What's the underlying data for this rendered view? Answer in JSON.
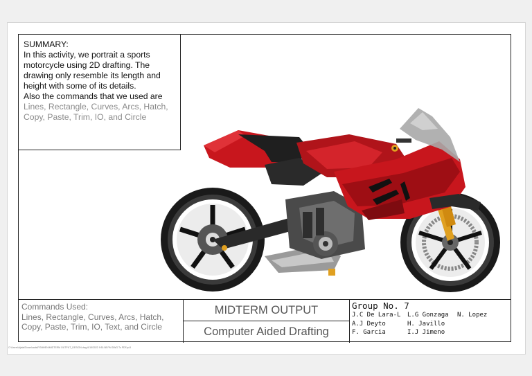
{
  "summary": {
    "heading": "SUMMARY:",
    "text": "In this activity, we portrait a sports motorcycle using 2D drafting. The drawing only resemble its length and height with some of its details.",
    "commands_intro": "Also the commands that we used are",
    "commands_list": "Lines, Rectangle, Curves, Arcs, Hatch, Copy, Paste, Trim, IO, and Circle"
  },
  "titleblock": {
    "commands_label": "Commands Used:",
    "commands_text": "Lines, Rectangle, Curves, Arcs, Hatch, Copy, Paste, Trim, IO, Text, and Circle",
    "title_top": "MIDTERM OUTPUT",
    "title_bottom": "Computer Aided Drafting",
    "group_label": "Group No. 7",
    "members": [
      "J.C De Lara-L",
      "L.G Gonzaga",
      "N. Lopez",
      "A.J Deyto",
      "H. Javillo",
      "",
      "F. Garcia",
      "I.J Jimeno",
      ""
    ]
  },
  "footer": {
    "path": "C:\\Users\\Ajelai\\Downloads\\PGMHEN\\MIDTERM OUTPUT_DESIGN.dwg  6/15/2022  9:51:58 PM  DWG To PDF.pc3"
  },
  "colors": {
    "fairing_red": "#c8161d",
    "dark_red": "#7e0b10",
    "tire": "#1a1a1a",
    "gold": "#e0a020",
    "gray": "#9a9a9a"
  }
}
